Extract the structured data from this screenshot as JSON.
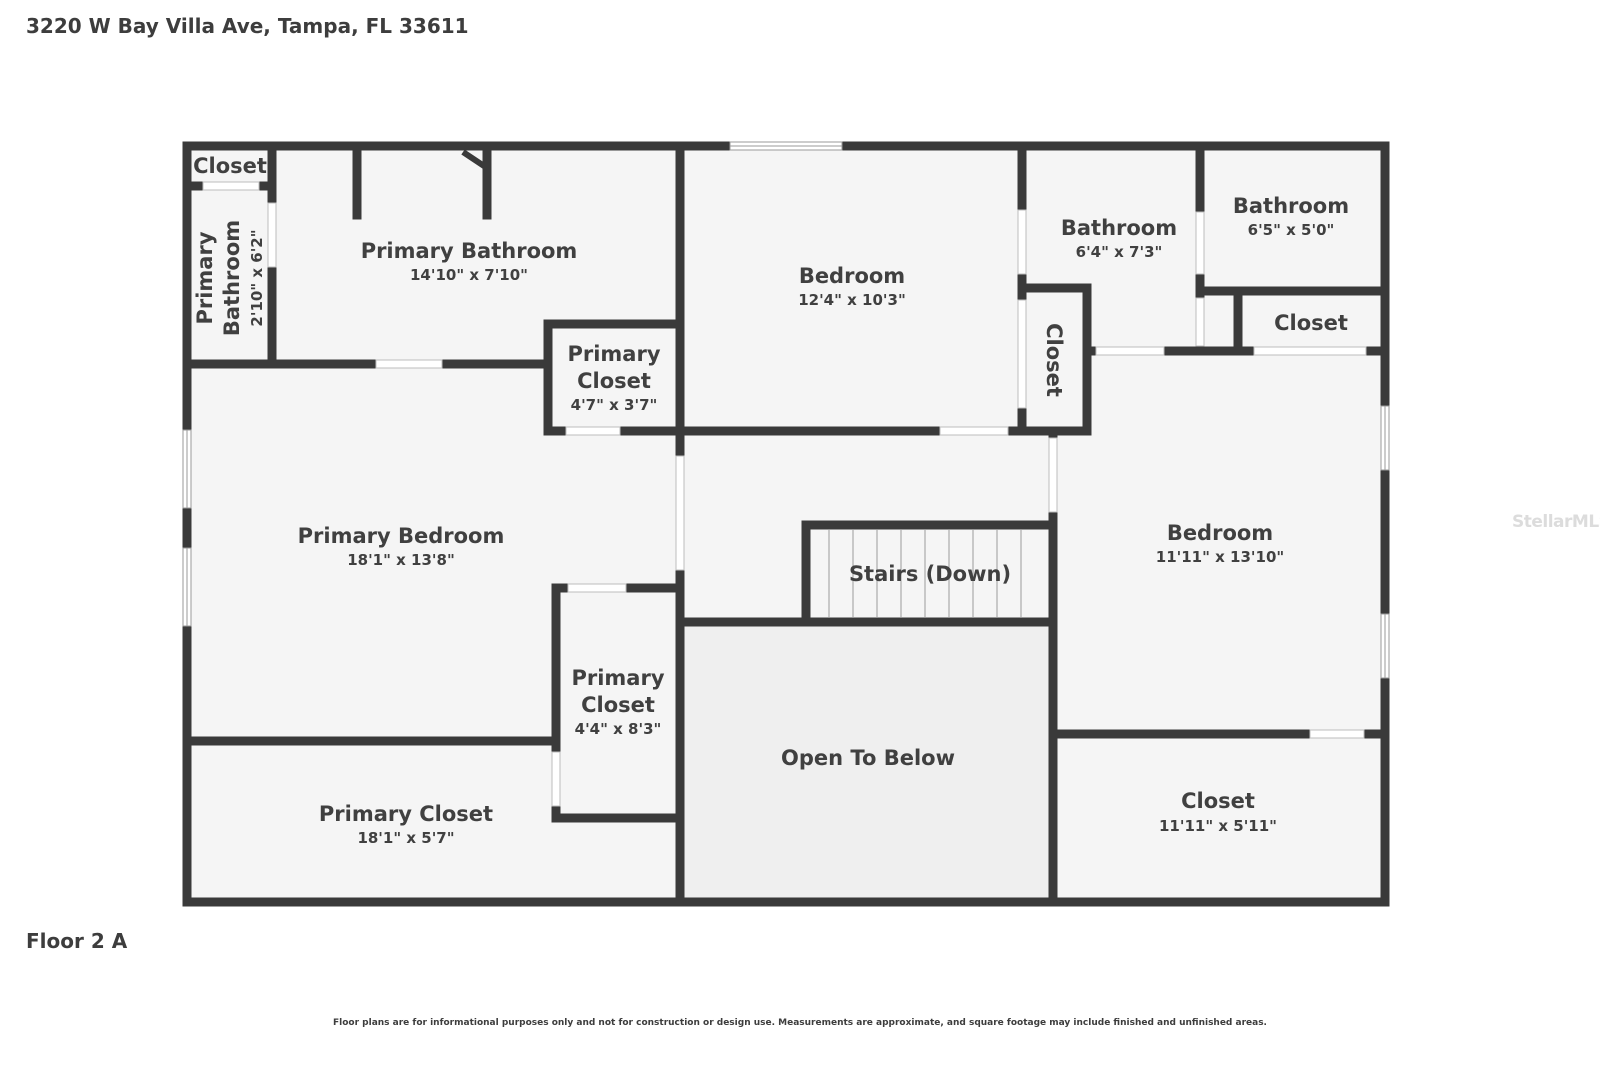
{
  "address": "3220 W Bay Villa Ave, Tampa, FL 33611",
  "floor_label": "Floor 2 A",
  "disclaimer": "Floor plans are for informational purposes only and not for construction or design use. Measurements are approximate, and square footage may include finished and unfinished areas.",
  "watermark": "StellarMLS",
  "colors": {
    "wall": "#3a3a3a",
    "floor": "#f5f5f5",
    "open_below": "#efefef",
    "door": "#ffffff"
  },
  "rooms": {
    "closet_tl": {
      "name": "Closet"
    },
    "primary_bath_small": {
      "name_1": "Primary",
      "name_2": "Bathroom",
      "dims": "2'10\" x 6'2\""
    },
    "primary_bathroom": {
      "name": "Primary Bathroom",
      "dims": "14'10\" x 7'10\""
    },
    "bedroom_top": {
      "name": "Bedroom",
      "dims": "12'4\" x 10'3\""
    },
    "bathroom_1": {
      "name": "Bathroom",
      "dims": "6'4\" x 7'3\""
    },
    "bathroom_2": {
      "name": "Bathroom",
      "dims": "6'5\" x 5'0\""
    },
    "closet_right": {
      "name": "Closet"
    },
    "closet_vertical": {
      "name": "Closet"
    },
    "primary_closet_small": {
      "name_1": "Primary",
      "name_2": "Closet",
      "dims": "4'7\" x 3'7\""
    },
    "primary_bedroom": {
      "name": "Primary Bedroom",
      "dims": "18'1\" x 13'8\""
    },
    "primary_closet_mid": {
      "name_1": "Primary",
      "name_2": "Closet",
      "dims": "4'4\" x 8'3\""
    },
    "primary_closet_bottom": {
      "name": "Primary Closet",
      "dims": "18'1\" x 5'7\""
    },
    "stairs": {
      "name": "Stairs (Down)"
    },
    "open_to_below": {
      "name": "Open To Below"
    },
    "bedroom_right": {
      "name": "Bedroom",
      "dims": "11'11\" x 13'10\""
    },
    "closet_bottom_right": {
      "name": "Closet",
      "dims": "11'11\" x 5'11\""
    }
  }
}
